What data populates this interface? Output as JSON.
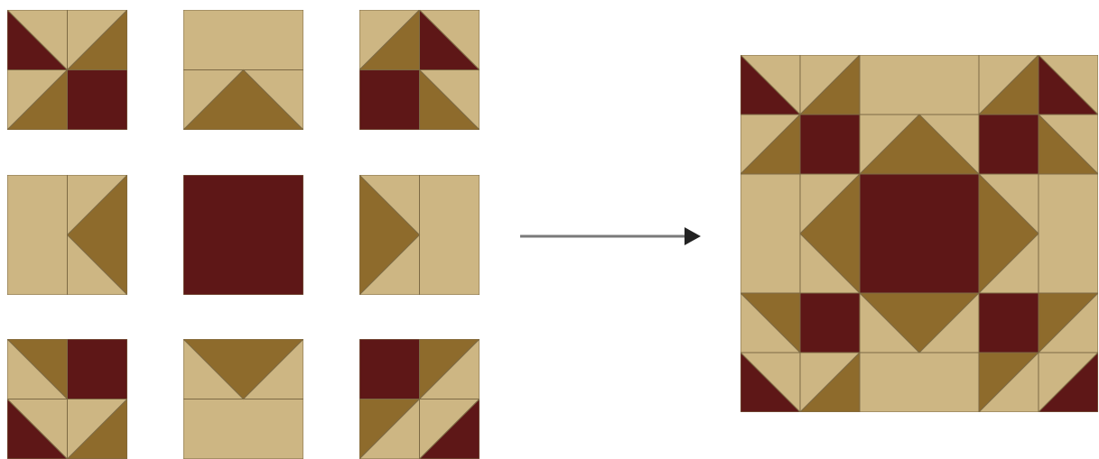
{
  "colors": {
    "background": "#ffffff",
    "tan": "#cdb683",
    "gold": "#8e6b2c",
    "maroon": "#5e1717",
    "seam": "#7d6a44",
    "arrow": "#7a7a7a",
    "arrowhead": "#222222"
  },
  "blocks": [
    {
      "id": "corner-top-left",
      "type": "corner-unit",
      "dark_corner": "top-left"
    },
    {
      "id": "edge-top",
      "type": "edge-unit",
      "pointing": "up"
    },
    {
      "id": "corner-top-right",
      "type": "corner-unit",
      "dark_corner": "top-right"
    },
    {
      "id": "edge-left",
      "type": "edge-unit",
      "pointing": "left"
    },
    {
      "id": "center",
      "type": "center-square"
    },
    {
      "id": "edge-right",
      "type": "edge-unit",
      "pointing": "right"
    },
    {
      "id": "corner-bottom-left",
      "type": "corner-unit",
      "dark_corner": "bottom-left"
    },
    {
      "id": "edge-bottom",
      "type": "edge-unit",
      "pointing": "down"
    },
    {
      "id": "corner-bottom-right",
      "type": "corner-unit",
      "dark_corner": "bottom-right"
    }
  ],
  "arrow_icon": "right-arrow-icon",
  "finished_block": {
    "type": "assembled-quilt-block",
    "grid": 3
  }
}
